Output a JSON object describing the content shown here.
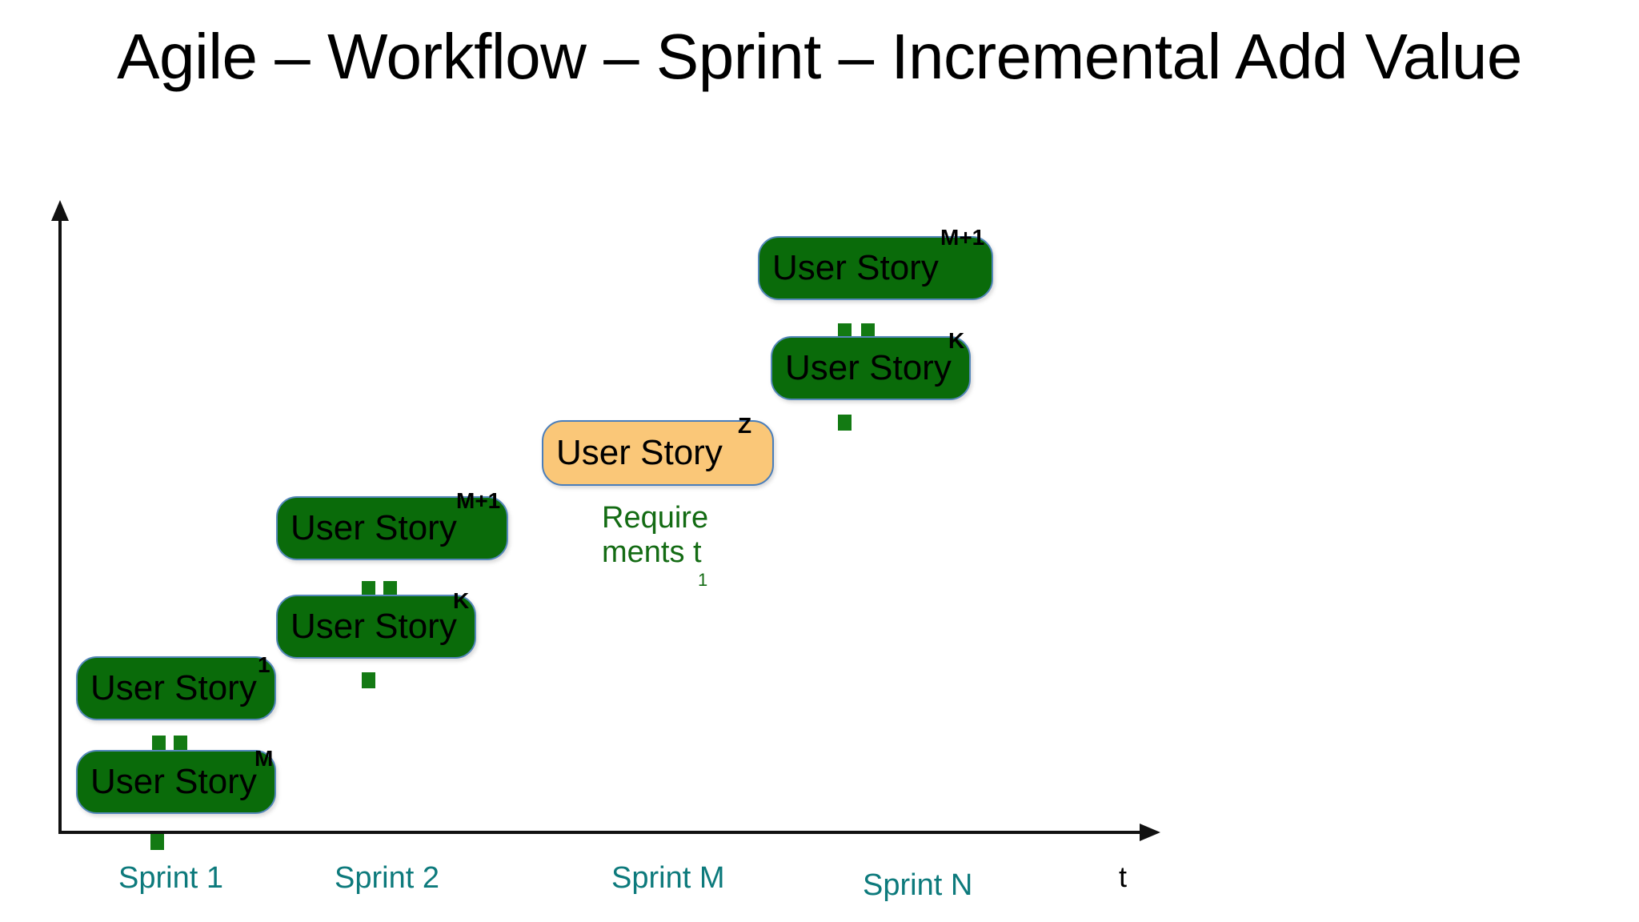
{
  "slide": {
    "title": "Agile – Workflow – Sprint – Incremental Add Value",
    "background_color": "#ffffff"
  },
  "colors": {
    "story_green": "#0a6b0a",
    "story_orange": "#fac778",
    "story_border": "#5588bb",
    "sprint_label_teal": "#0d7a7c",
    "annotation_green": "#136b13",
    "axis_black": "#111111"
  },
  "axes": {
    "y_axis_name": "value-axis",
    "x_axis_name": "time-axis",
    "x_axis_label": "t",
    "ticks": [
      {
        "label": "Sprint 1"
      },
      {
        "label": "Sprint 2"
      },
      {
        "label": "Sprint M"
      },
      {
        "label": "Sprint N"
      }
    ]
  },
  "chart_data": {
    "type": "diagram",
    "title": "Agile – Workflow – Sprint – Incremental Add Value",
    "xlabel": "t",
    "ylabel": "",
    "categories": [
      "Sprint 1",
      "Sprint 2",
      "Sprint M",
      "Sprint N"
    ],
    "groups": [
      {
        "sprint": "Sprint 1",
        "cards": [
          {
            "label": "User Story",
            "superscript": "1",
            "color": "green"
          },
          {
            "label": "User Story",
            "superscript": "M",
            "color": "green"
          }
        ],
        "ellipsis_between": 2,
        "ellipsis_below": 1
      },
      {
        "sprint": "Sprint 2",
        "cards": [
          {
            "label": "User Story",
            "superscript": "M+1",
            "color": "green"
          },
          {
            "label": "User Story",
            "superscript": "K",
            "color": "green"
          }
        ],
        "ellipsis_between": 2,
        "ellipsis_below": 1
      },
      {
        "sprint": "Sprint M",
        "cards": [
          {
            "label": "User Story",
            "superscript": "Z",
            "color": "orange"
          }
        ],
        "ellipsis_between": 0,
        "ellipsis_below": 0,
        "annotation": {
          "line1": "Require",
          "line2": "ments t",
          "subscript": "1"
        }
      },
      {
        "sprint": "Sprint N",
        "cards": [
          {
            "label": "User Story",
            "superscript": "M+1",
            "color": "green"
          },
          {
            "label": "User Story",
            "superscript": "K",
            "color": "green"
          }
        ],
        "ellipsis_between": 2,
        "ellipsis_below": 1
      }
    ]
  },
  "cards": {
    "s1_top": {
      "label": "User Story",
      "sup": "1"
    },
    "s1_bottom": {
      "label": "User Story",
      "sup": "M"
    },
    "s2_top": {
      "label": "User Story",
      "sup": "M+1"
    },
    "s2_bottom": {
      "label": "User Story",
      "sup": "K"
    },
    "sm_top": {
      "label": "User Story",
      "sup": "Z"
    },
    "sn_top": {
      "label": "User Story",
      "sup": "M+1"
    },
    "sn_bottom": {
      "label": "User Story",
      "sup": "K"
    }
  },
  "annotation": {
    "requirements_text": "Require\nments t",
    "requirements_subscript": "1"
  }
}
